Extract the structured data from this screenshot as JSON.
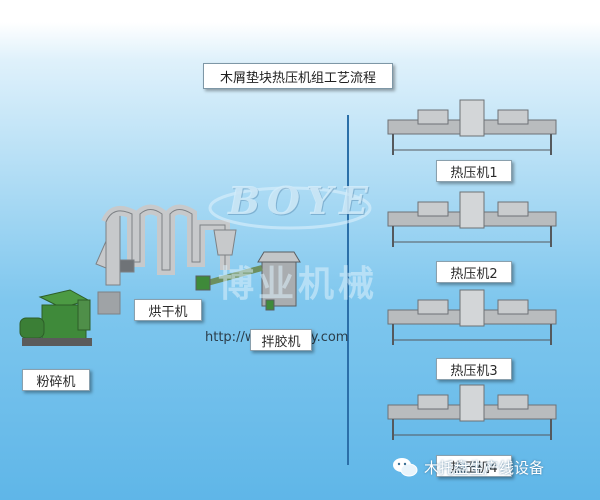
{
  "title": "木屑垫块热压机组工艺流程",
  "watermark_logo": "BOYE",
  "watermark_cn": "博业机械",
  "website": "http://www.lyz-by.com",
  "footer_brand": "木托盘生产线设备",
  "machines": {
    "crusher": "粉碎机",
    "dryer": "烘干机",
    "glue_mixer": "拌胶机",
    "press_1": "热压机1",
    "press_2": "热压机2",
    "press_3": "热压机3",
    "press_4": "热压机4"
  },
  "colors": {
    "sky": "#5fb6e8",
    "machine_gray": "#b9bcbe",
    "machine_green": "#3f8a3a",
    "pipe_gray": "#c7c9cb"
  }
}
